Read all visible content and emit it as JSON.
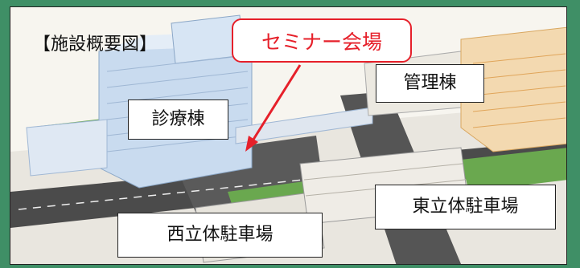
{
  "figure": {
    "title": "【施設概要図】",
    "callout": "セミナー会場",
    "labels": {
      "clinic": "診療棟",
      "admin": "管理棟",
      "west_parking": "西立体駐車場",
      "east_parking": "東立体駐車場"
    }
  },
  "colors": {
    "background": "#3f8f66",
    "callout": "#e6202a",
    "building": "#c9dbef",
    "road": "#4b4b4b",
    "grass": "#6aa84f"
  }
}
